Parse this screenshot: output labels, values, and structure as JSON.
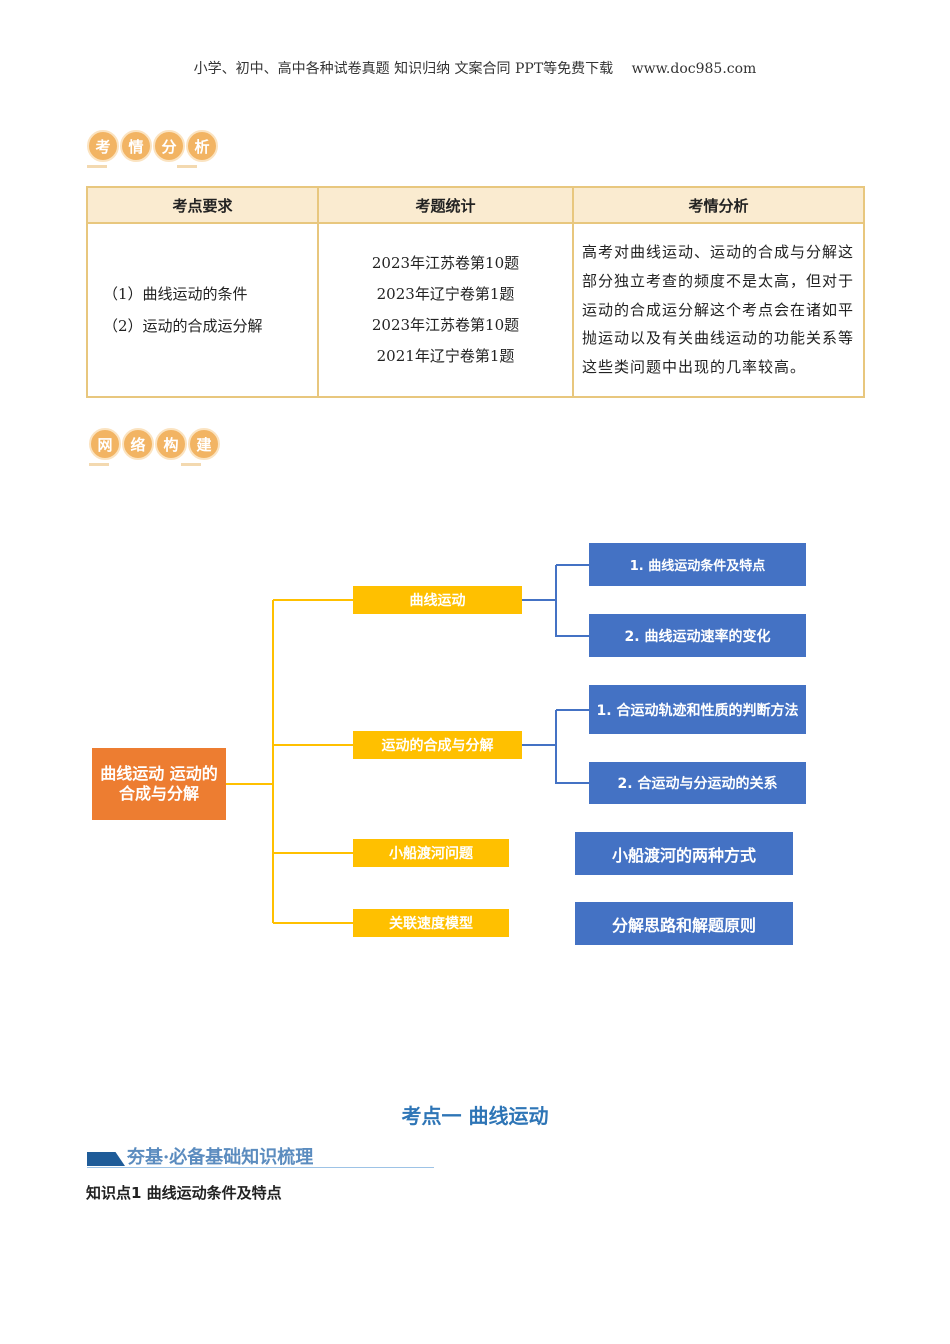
{
  "header": "小学、初中、高中各种试卷真题 知识归纳 文案合同 PPT等免费下载 　www.doc985.com",
  "section1": {
    "badge": [
      "考",
      "情",
      "分",
      "析"
    ]
  },
  "table": {
    "headers": [
      "考点要求",
      "考题统计",
      "考情分析"
    ],
    "requirements": [
      "（1）曲线运动的条件",
      "（2）运动的合成运分解"
    ],
    "stats": [
      "2023年江苏卷第10题",
      "2023年辽宁卷第1题",
      "2023年江苏卷第10题",
      "2021年辽宁卷第1题"
    ],
    "analysis": "高考对曲线运动、运动的合成与分解这部分独立考查的频度不是太高，但对于运动的合成运分解这个考点会在诸如平抛运动以及有关曲线运动的功能关系等这些类问题中出现的几率较高。"
  },
  "section2": {
    "badge": [
      "网",
      "络",
      "构",
      "建"
    ]
  },
  "mindmap": {
    "root": "曲线运动 运动的合成与分解",
    "branches": [
      "曲线运动",
      "运动的合成与分解",
      "小船渡河问题",
      "关联速度模型"
    ],
    "leaves": [
      "1. 曲线运动条件及特点",
      "2. 曲线运动速率的变化",
      "1. 合运动轨迹和性质的判断方法",
      "2. 合运动与分运动的关系",
      "小船渡河的两种方式",
      "分解思路和解题原则"
    ]
  },
  "topic_title": "考点一 曲线运动",
  "subsection_banner": "夯基·必备基础知识梳理",
  "knowledge_point": "知识点1 曲线运动条件及特点"
}
